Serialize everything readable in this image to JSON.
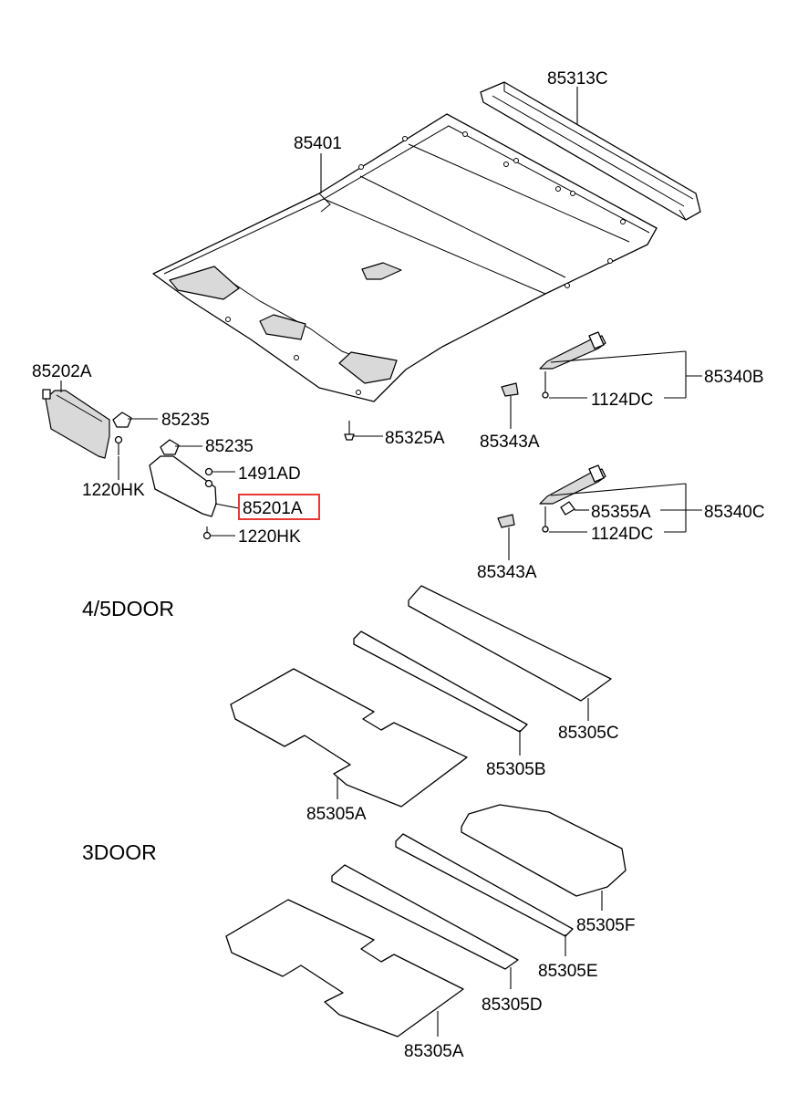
{
  "sections": {
    "four_five_door": "4/5DOOR",
    "three_door": "3DOOR"
  },
  "highlight_color": "#e53935",
  "labels": {
    "p85313C": "85313C",
    "p85401": "85401",
    "p85202A": "85202A",
    "p85235_a": "85235",
    "p85235_b": "85235",
    "p1220HK_a": "1220HK",
    "p1491AD": "1491AD",
    "p85201A": "85201A",
    "p1220HK_b": "1220HK",
    "p85325A": "85325A",
    "p85343A_a": "85343A",
    "p85340B": "85340B",
    "p1124DC_a": "1124DC",
    "p85343A_b": "85343A",
    "p85355A": "85355A",
    "p85340C": "85340C",
    "p1124DC_b": "1124DC",
    "p85305C": "85305C",
    "p85305B": "85305B",
    "p85305A_a": "85305A",
    "p85305F": "85305F",
    "p85305E": "85305E",
    "p85305D": "85305D",
    "p85305A_b": "85305A"
  }
}
